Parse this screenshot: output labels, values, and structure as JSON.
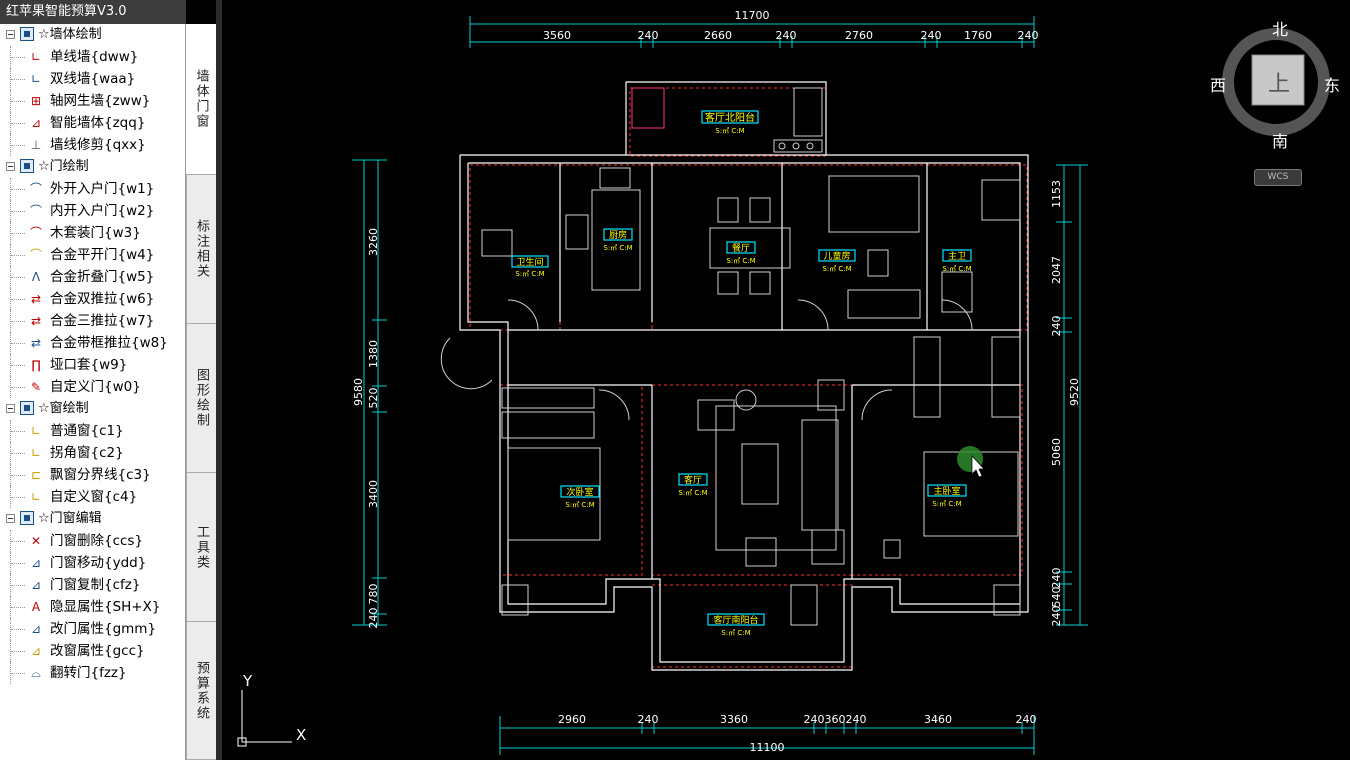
{
  "window": {
    "title": "红苹果智能预算V3.0"
  },
  "tree": [
    {
      "label": "☆墙体绘制",
      "items": [
        {
          "label": "单线墙{dww}",
          "icon": "single-wall-icon",
          "glyph": "∟",
          "color": "#c00000"
        },
        {
          "label": "双线墙{waa}",
          "icon": "double-wall-icon",
          "glyph": "∟",
          "color": "#1a4f8a"
        },
        {
          "label": "轴网生墙{zww}",
          "icon": "grid-wall-icon",
          "glyph": "⊞",
          "color": "#c00000"
        },
        {
          "label": "智能墙体{zqq}",
          "icon": "smart-wall-icon",
          "glyph": "⊿",
          "color": "#c00000"
        },
        {
          "label": "墙线修剪{qxx}",
          "icon": "trim-wall-icon",
          "glyph": "⊥",
          "color": "#555555"
        }
      ]
    },
    {
      "label": "☆门绘制",
      "items": [
        {
          "label": "外开入户门{w1}",
          "icon": "outward-door-icon",
          "glyph": "⌒",
          "color": "#1a4f8a"
        },
        {
          "label": "内开入户门{w2}",
          "icon": "inward-door-icon",
          "glyph": "⌒",
          "color": "#1a4f8a"
        },
        {
          "label": "木套装门{w3}",
          "icon": "wood-door-icon",
          "glyph": "⌒",
          "color": "#c00000"
        },
        {
          "label": "合金平开门{w4}",
          "icon": "alloy-swing-door-icon",
          "glyph": "⌒",
          "color": "#c9a000"
        },
        {
          "label": "合金折叠门{w5}",
          "icon": "folding-door-icon",
          "glyph": "Λ",
          "color": "#1a4f8a"
        },
        {
          "label": "合金双推拉{w6}",
          "icon": "double-slide-icon",
          "glyph": "⇄",
          "color": "#c00000"
        },
        {
          "label": "合金三推拉{w7}",
          "icon": "triple-slide-icon",
          "glyph": "⇄",
          "color": "#c00000"
        },
        {
          "label": "合金带框推拉{w8}",
          "icon": "framed-slide-icon",
          "glyph": "⇄",
          "color": "#1a4f8a"
        },
        {
          "label": "垭口套{w9}",
          "icon": "opening-frame-icon",
          "glyph": "∏",
          "color": "#c00000"
        },
        {
          "label": "自定义门{w0}",
          "icon": "custom-door-icon",
          "glyph": "✎",
          "color": "#c00000"
        }
      ]
    },
    {
      "label": "☆窗绘制",
      "items": [
        {
          "label": "普通窗{c1}",
          "icon": "window-icon",
          "glyph": "∟",
          "color": "#c9a000"
        },
        {
          "label": "拐角窗{c2}",
          "icon": "corner-window-icon",
          "glyph": "∟",
          "color": "#c9a000"
        },
        {
          "label": "飘窗分界线{c3}",
          "icon": "bay-window-icon",
          "glyph": "⊏",
          "color": "#c9a000"
        },
        {
          "label": "自定义窗{c4}",
          "icon": "custom-window-icon",
          "glyph": "∟",
          "color": "#c9a000"
        }
      ]
    },
    {
      "label": "☆门窗编辑",
      "items": [
        {
          "label": "门窗删除{ccs}",
          "icon": "delete-opening-icon",
          "glyph": "✕",
          "color": "#c00000"
        },
        {
          "label": "门窗移动{ydd}",
          "icon": "move-opening-icon",
          "glyph": "⊿",
          "color": "#1a4f8a"
        },
        {
          "label": "门窗复制{cfz}",
          "icon": "copy-opening-icon",
          "glyph": "⊿",
          "color": "#1a4f8a"
        },
        {
          "label": "隐显属性{SH+X}",
          "icon": "toggle-attr-icon",
          "glyph": "A",
          "color": "#c00000"
        },
        {
          "label": "改门属性{gmm}",
          "icon": "door-attr-icon",
          "glyph": "⊿",
          "color": "#1a4f8a"
        },
        {
          "label": "改窗属性{gcc}",
          "icon": "window-attr-icon",
          "glyph": "⊿",
          "color": "#c9a000"
        },
        {
          "label": "翻转门{fzz}",
          "icon": "flip-door-icon",
          "glyph": "⌓",
          "color": "#1a4f8a"
        }
      ]
    }
  ],
  "tabs": [
    "墙体门窗",
    "标注相关",
    "图形绘制",
    "工具类",
    "预算系统"
  ],
  "viewcube": {
    "north": "北",
    "south": "南",
    "west": "西",
    "east": "东",
    "face": "上",
    "wcs": "WCS"
  },
  "ucs": {
    "x": "X",
    "y": "Y"
  },
  "dims": {
    "top_total": "11700",
    "top": [
      "3560",
      "240",
      "2660",
      "240",
      "2760",
      "240",
      "1760",
      "240"
    ],
    "bottom": [
      "2960",
      "240",
      "3360",
      "240",
      "360",
      "240",
      "3460",
      "240"
    ],
    "bottom_total": "11100",
    "left": [
      "3260",
      "1380",
      "520",
      "3400",
      "780",
      "240"
    ],
    "left_total": "9580",
    "right": [
      "1153",
      "2047",
      "240",
      "5060",
      "240",
      "540",
      "240"
    ],
    "right_total": "9520"
  },
  "rooms": {
    "n_balcony": "客厅北阳台",
    "bath": "卫生间",
    "kitchen": "厨房",
    "dining": "餐厅",
    "kids": "儿童房",
    "master_bath": "主卫",
    "second_bed": "次卧室",
    "living": "客厅",
    "master_bed": "主卧室",
    "s_balcony": "客厅南阳台",
    "area": "S:㎡ C:M"
  },
  "colors": {
    "wall": "#ffffff",
    "dim": "#00d0d0",
    "dash": "#ff3030",
    "label_box": "#00e5ff",
    "label_text": "#ffff00",
    "furniture": "#d0d0d0"
  }
}
